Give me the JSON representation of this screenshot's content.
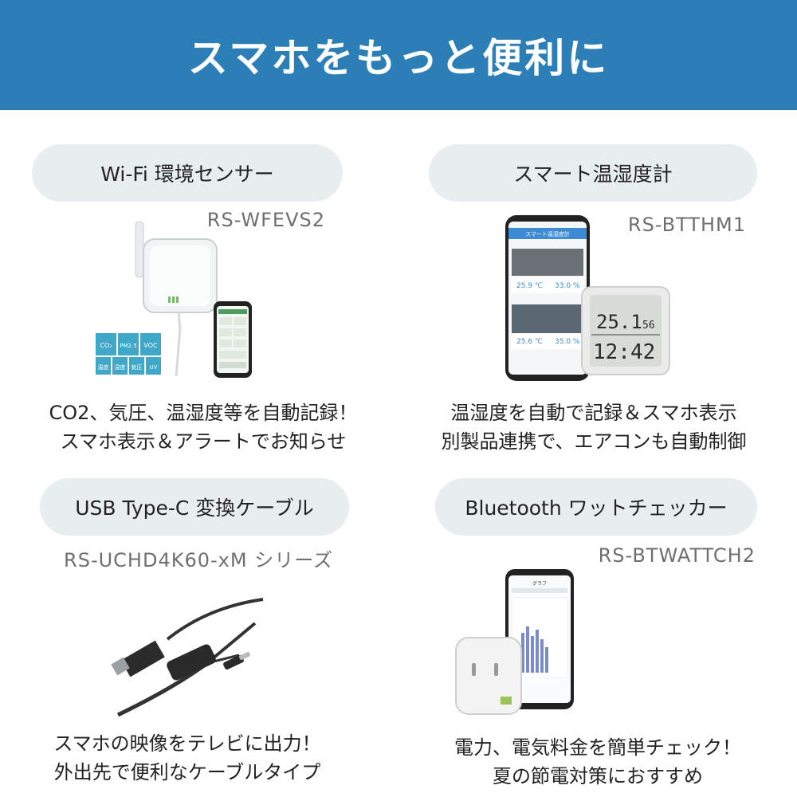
{
  "header": {
    "title": "スマホをもっと便利に"
  },
  "products": [
    {
      "name": "Wi-Fi 環境センサー",
      "model": "RS-WFEVS2",
      "description": [
        "CO2、気圧、温湿度等を自動記録！",
        "スマホ表示＆アラートでお知らせ"
      ],
      "badges": [
        "CO₂",
        "PM2.5",
        "VOC",
        "温度",
        "湿度",
        "気圧",
        "UV"
      ]
    },
    {
      "name": "スマート温湿度計",
      "model": "RS-BTTHM1",
      "description": [
        "温湿度を自動で記録＆スマホ表示",
        "別製品連携で、エアコンも自動制御"
      ],
      "app_title": "スマート温湿度計",
      "readings": [
        {
          "temp": "25.9 ℃",
          "humidity": "33.0 %"
        },
        {
          "temp": "25.6 ℃",
          "humidity": "35.0 %"
        }
      ],
      "device_temp": "25.1",
      "device_humidity": "56",
      "device_time": "12:42"
    },
    {
      "name": "USB Type-C 変換ケーブル",
      "model": "RS-UCHD4K60-xM シリーズ",
      "description": [
        "スマホの映像をテレビに出力！",
        "外出先で便利なケーブルタイプ"
      ]
    },
    {
      "name": "Bluetooth ワットチェッカー",
      "model": "RS-BTWATTCH2",
      "description": [
        "電力、電気料金を簡単チェック！",
        "夏の節電対策におすすめ"
      ],
      "app_title": "グラフ"
    }
  ]
}
